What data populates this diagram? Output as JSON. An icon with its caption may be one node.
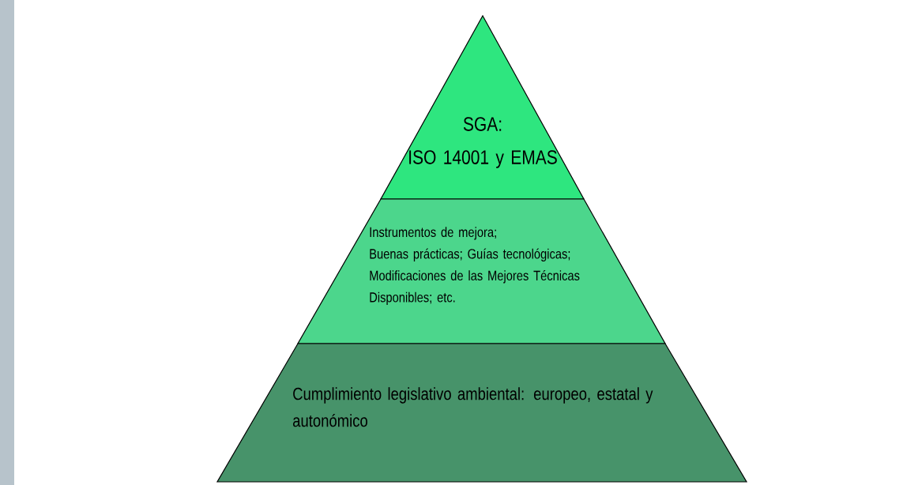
{
  "diagram": {
    "nodes": [
      {
        "text": [
          "SGA:",
          "ISO 14001 y  EMAS"
        ]
      },
      {
        "text": [
          "Instrumentos de mejora;",
          "Buenas prácticas; Guías tecnológicas;",
          "Modificaciones de las Mejores Técnicas Disponibles; etc."
        ]
      },
      {
        "text": [
          "Cumplimiento legislativo ambiental: europeo, estatal y autonómico"
        ]
      }
    ]
  }
}
